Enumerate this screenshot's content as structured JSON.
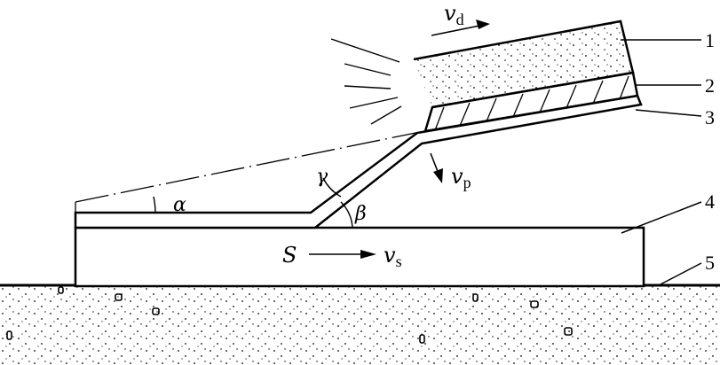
{
  "diagram": {
    "symbols": {
      "vd": "v",
      "vd_sub": "d",
      "vp": "v",
      "vp_sub": "p",
      "vs_S": "S",
      "vs": "v",
      "vs_sub": "s",
      "alpha": "α",
      "beta": "β",
      "gamma": "γ"
    },
    "callouts": [
      "1",
      "2",
      "3",
      "4",
      "5"
    ],
    "colors": {
      "stroke": "#000000",
      "background": "#ffffff"
    }
  }
}
